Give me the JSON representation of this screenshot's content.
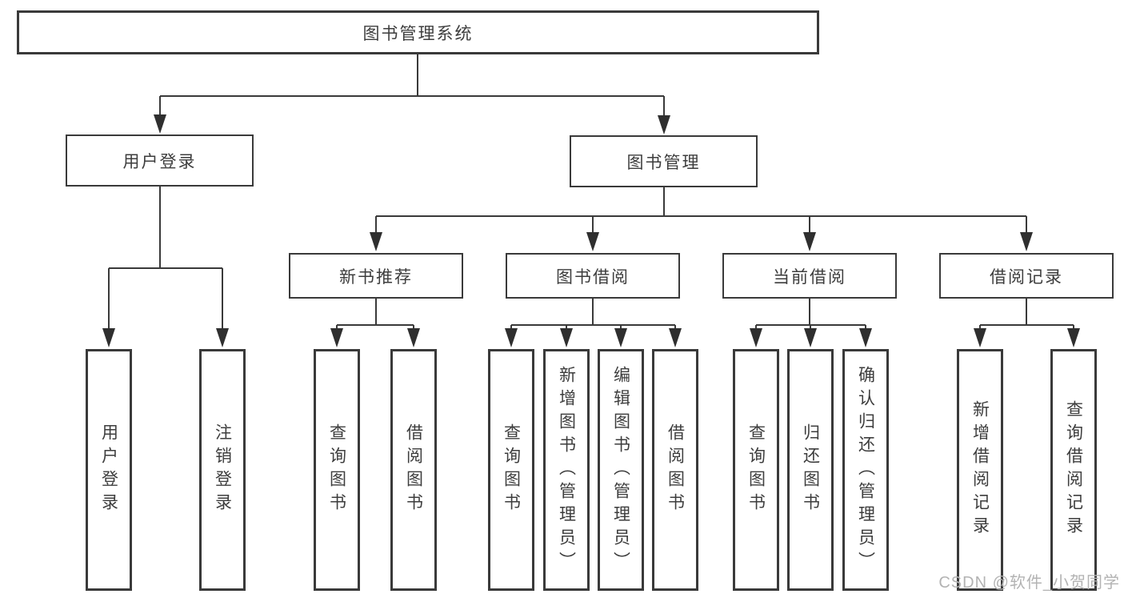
{
  "diagram_type": "hierarchy-chart",
  "tree": {
    "root": {
      "label": "图书管理系统",
      "children": [
        {
          "label": "用户登录",
          "children": [
            {
              "label": "用户登录"
            },
            {
              "label": "注销登录"
            }
          ]
        },
        {
          "label": "图书管理",
          "children": [
            {
              "label": "新书推荐",
              "children": [
                {
                  "label": "查询图书"
                },
                {
                  "label": "借阅图书"
                }
              ]
            },
            {
              "label": "图书借阅",
              "children": [
                {
                  "label": "查询图书"
                },
                {
                  "label": "新增图书（管理员）"
                },
                {
                  "label": "编辑图书（管理员）"
                },
                {
                  "label": "借阅图书"
                }
              ]
            },
            {
              "label": "当前借阅",
              "children": [
                {
                  "label": "查询图书"
                },
                {
                  "label": "归还图书"
                },
                {
                  "label": "确认归还（管理员）"
                }
              ]
            },
            {
              "label": "借阅记录",
              "children": [
                {
                  "label": "新增借阅记录"
                },
                {
                  "label": "查询借阅记录"
                }
              ]
            }
          ]
        }
      ]
    }
  },
  "watermark": {
    "text": "CSDN @软件_小贺同学"
  },
  "colors": {
    "background": "#ffffff",
    "line": "#3a3a3a",
    "box_border": "#3a3a3a",
    "text": "#3d3d3d",
    "watermark": "#b3b3b3"
  }
}
